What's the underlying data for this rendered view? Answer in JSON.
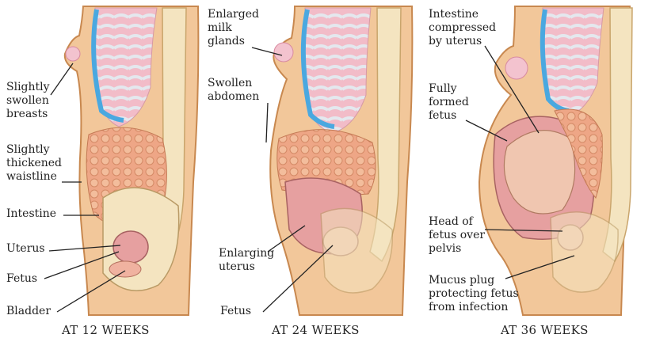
{
  "panels": [
    {
      "caption": "AT 12 WEEKS",
      "labels": {
        "breasts": "Slightly\nswollen\nbreasts",
        "waistline": "Slightly\nthickened\nwaistline",
        "intestine": "Intestine",
        "uterus": "Uterus",
        "fetus": "Fetus",
        "bladder": "Bladder"
      }
    },
    {
      "caption": "AT 24 WEEKS",
      "labels": {
        "milk_glands": "Enlarged\nmilk\nglands",
        "abdomen": "Swollen\nabdomen",
        "uterus": "Enlarging\nuterus",
        "fetus": "Fetus"
      }
    },
    {
      "caption": "AT 36 WEEKS",
      "labels": {
        "intestine": "Intestine\ncompressed\nby uterus",
        "fetus": "Fully\nformed\nfetus",
        "head": "Head of\nfetus over\npelvis",
        "mucus": "Mucus plug\nprotecting fetus\nfrom infection"
      }
    }
  ],
  "colors": {
    "skin": "#f2c79a",
    "outline": "#c8884f",
    "lung": "#f0b8c4",
    "rib": "#4aa8e0",
    "intestine": "#e8a07c",
    "bone": "#f4e4c0",
    "uterus": "#e6a0a0"
  }
}
